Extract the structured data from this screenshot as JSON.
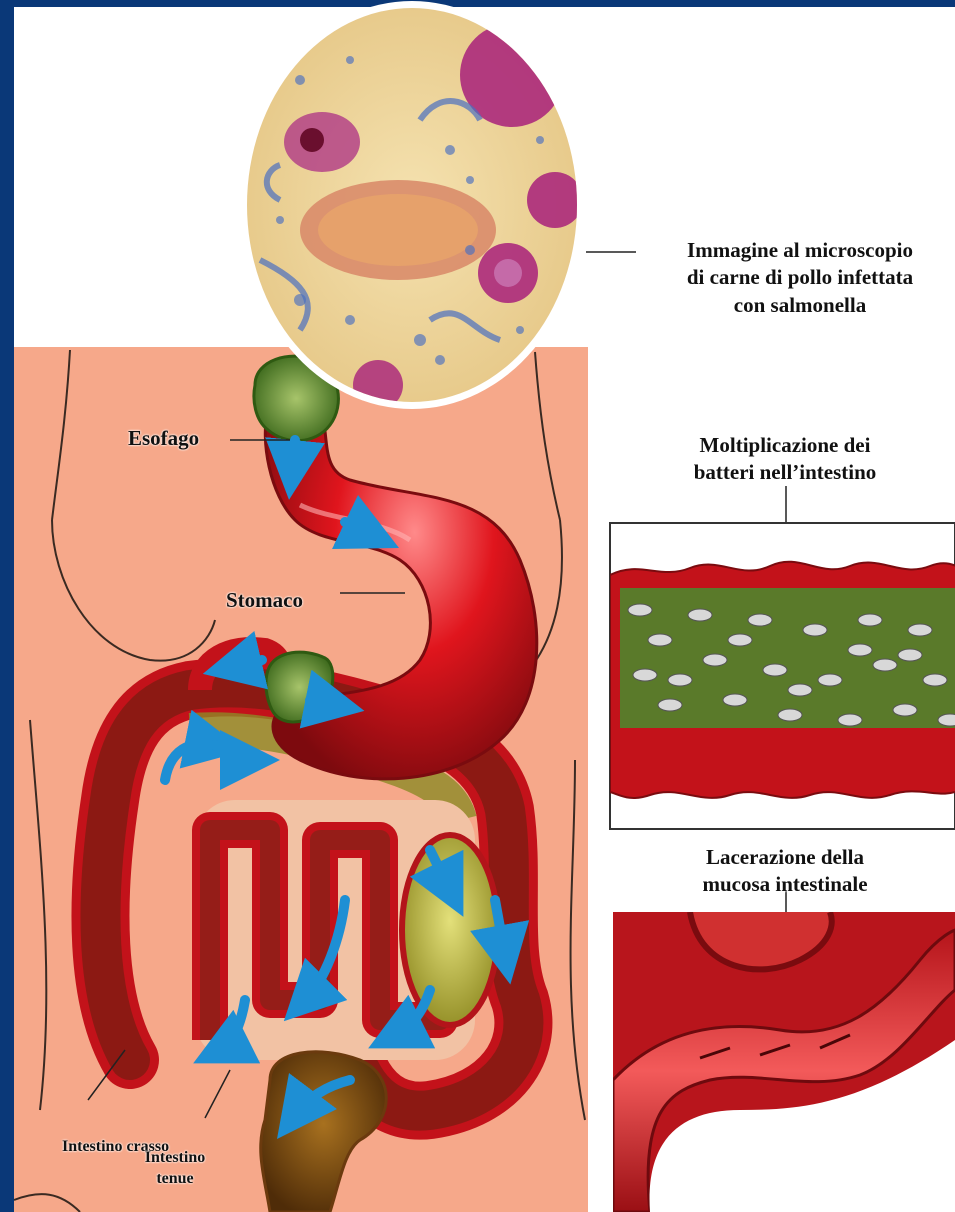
{
  "labels": {
    "microscope_caption": [
      "Immagine al microscopio",
      "di carne di pollo infettata",
      "con salmonella"
    ],
    "esofago": "Esofago",
    "stomaco": "Stomaco",
    "intestino_crasso": "Intestino crasso",
    "intestino_tenue": [
      "Intestino",
      "tenue"
    ],
    "moltiplicazione": [
      "Moltiplicazione dei",
      "batteri nell’intestino"
    ],
    "lacerazione": [
      "Lacerazione della",
      "mucosa intestinale"
    ]
  },
  "colors": {
    "border_blue": "#0a3878",
    "skin": "#f6a88a",
    "organ_red": "#d8141c",
    "organ_dark": "#8a0c10",
    "arrow_blue": "#1e8fd4",
    "micro_bg": "#efd69a",
    "micro_cell": "#a8207a"
  }
}
